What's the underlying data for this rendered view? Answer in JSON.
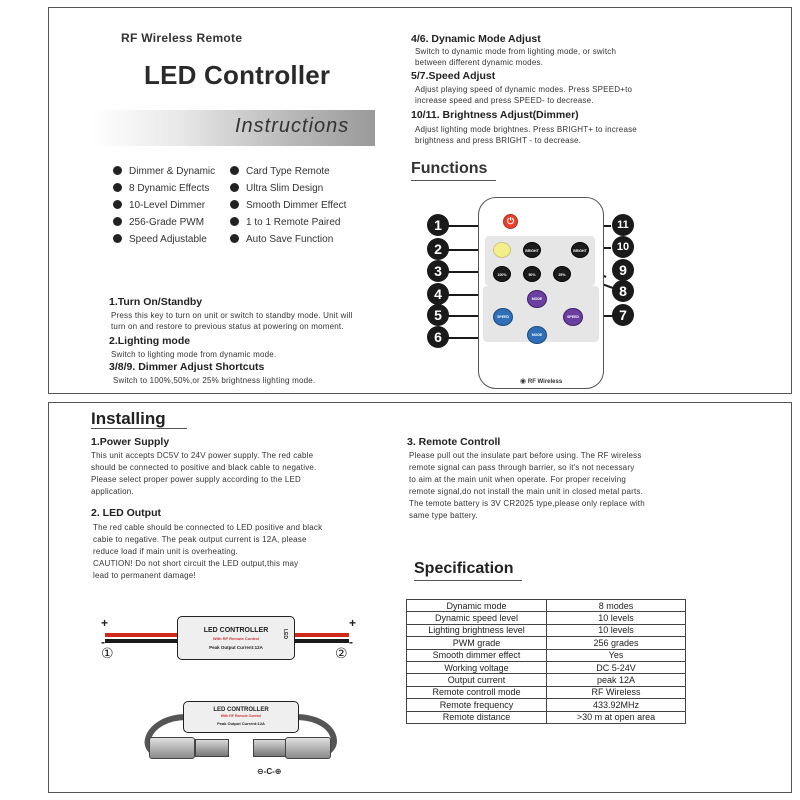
{
  "top": {
    "brand_sub": "RF Wireless Remote",
    "title": "LED Controller",
    "banner": "Instructions",
    "features_left": [
      "Dimmer &  Dynamic",
      "8 Dynamic  Effects",
      "10-Level Dimmer",
      "256-Grade PWM",
      "Speed Adjustable"
    ],
    "features_right": [
      "Card Type Remote",
      "Ultra Slim Design",
      "Smooth Dimmer Effect",
      "1 to 1 Remote Paired",
      "Auto Save Function"
    ],
    "sections_left": [
      {
        "title": "1.Turn On/Standby",
        "body": [
          "Press this key to turn on unit or switch to standby mode. Unit will",
          "turn on and restore to previous status at powering on moment."
        ]
      },
      {
        "title": "2.Lighting mode",
        "body": [
          "Switch to lighting mode from dynamic mode."
        ]
      },
      {
        "title": "3/8/9. Dimmer Adjust Shortcuts",
        "body": [
          "Switch to 100%,50%,or 25% brightness lighting mode."
        ]
      }
    ],
    "sections_right": [
      {
        "title": "4/6. Dynamic Mode Adjust",
        "body": [
          "Switch to dynamic mode from lighting mode, or switch",
          "between different dynamic modes."
        ]
      },
      {
        "title": "5/7.Speed Adjust",
        "body": [
          "Adjust playing speed of dynamic modes. Press SPEED+to",
          "increase speed and press SPEED- to decrease."
        ]
      },
      {
        "title": "10/11. Brightness Adjust(Dimmer)",
        "body": [
          "Adjust lighting mode brightnes. Press BRIGHT+ to increase",
          "brightness and press BRIGHT - to decrease."
        ]
      }
    ],
    "functions_title": "Functions",
    "remote": {
      "footer": "RF Wireless",
      "btn_bright_minus": "BRIGHT",
      "btn_bright_plus": "BRIGHT",
      "btn_100": "100%",
      "btn_50": "50%",
      "btn_25": "25%",
      "btn_mode_up": "MODE",
      "btn_speed_minus": "SPEED",
      "btn_speed_plus": "SPEED",
      "btn_mode_down": "MODE"
    },
    "numbers": [
      "1",
      "2",
      "3",
      "4",
      "5",
      "6",
      "7",
      "8",
      "9",
      "10",
      "11"
    ]
  },
  "bottom": {
    "installing_title": "Installing",
    "power_title": "1.Power  Supply",
    "power_body": [
      "This unit accepts DC5V to 24V power supply. The red cable",
      "should be connected to positive and black cable to negative.",
      "Please select proper power supply according to the LED",
      "application."
    ],
    "led_title": "2. LED Output",
    "led_body": [
      "The red cable should be connected to LED positive and black",
      "cabie to negative. The peak output current is 12A, please",
      "reduce load if main unit is overheating.",
      "CAUTION!  Do not short circuit the LED output,this may",
      "lead to permanent damage!"
    ],
    "remote_title": "3. Remote Controll",
    "remote_body": [
      "Please pull out the insulate part before using. The RF wireless",
      "remote signal can pass through barrier, so it's not necessary",
      "to aim at the main unit when operate. For proper receiving",
      "remote signal,do not install the main unit in closed metal parts.",
      "The temote battery is 3V CR2025 type,please only replace with",
      "same type battery."
    ],
    "spec_title": "Specification",
    "spec_rows": [
      [
        "Dynamic mode",
        "8 modes"
      ],
      [
        "Dynamic speed level",
        "10 levels"
      ],
      [
        "Lighting brightness level",
        "10 levels"
      ],
      [
        "PWM grade",
        "256 grades"
      ],
      [
        "Smooth dimmer effect",
        "Yes"
      ],
      [
        "Working voltage",
        "DC  5-24V"
      ],
      [
        "Output current",
        "peak 12A"
      ],
      [
        "Remote controll mode",
        "RF Wireless"
      ],
      [
        "Remote frequency",
        "433.92MHz"
      ],
      [
        "Remote distance",
        ">30 m at open area"
      ]
    ],
    "controller": {
      "title": "LED CONTROLLER",
      "sub": "With RF Remote Control",
      "rating": "Peak  Output Current:12A",
      "side_label": "LED",
      "plus": "+",
      "minus": "-",
      "circ1": "①",
      "circ2": "②",
      "polarity": "⊖-C-⊕"
    }
  },
  "colors": {
    "power_red": "#e8422f",
    "bright_yellow": "#f3ef8a",
    "mode_purple": "#6b3fa0",
    "speed_blue": "#2f6fb7",
    "grey_panel": "#e6e6e6"
  }
}
